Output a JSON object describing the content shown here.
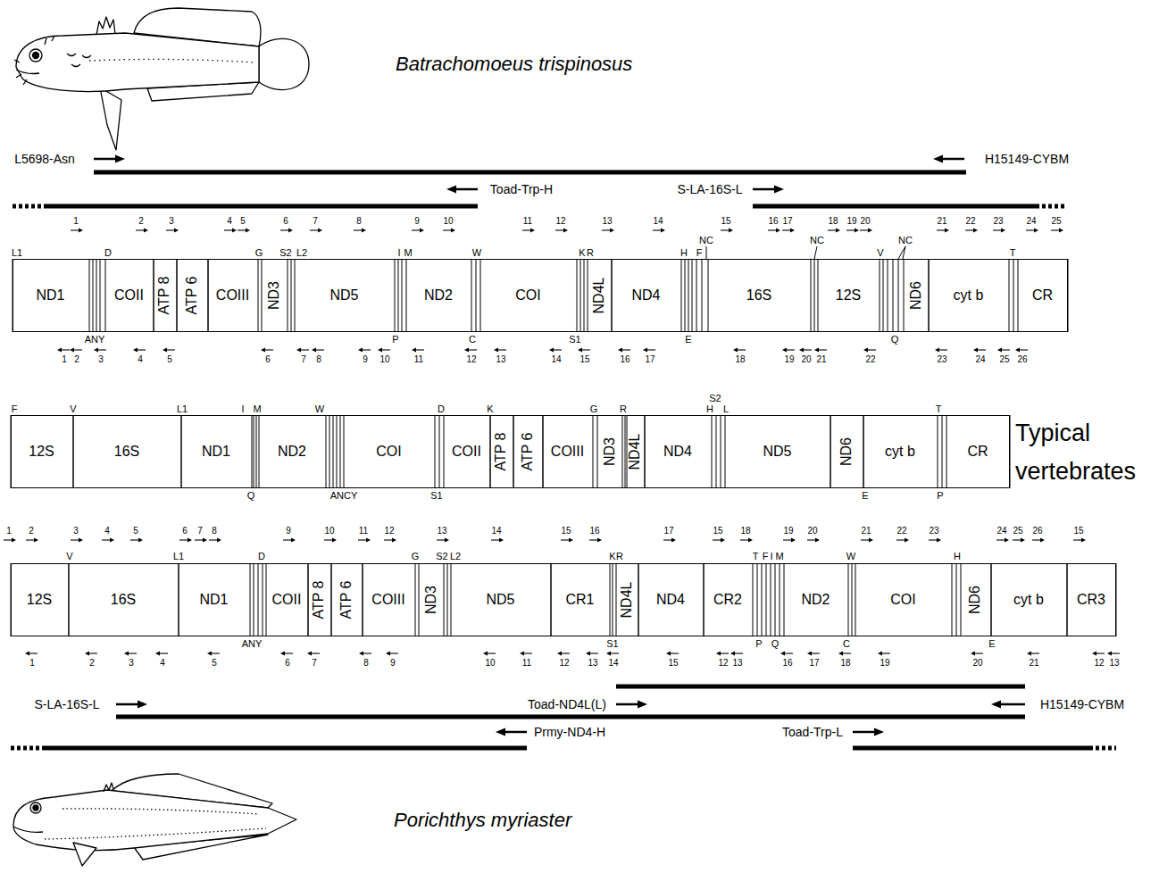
{
  "diagram": {
    "nodes": [
      {
        "text": [
          "Batrachomoeus trispinosus"
        ]
      },
      {
        "text": [
          "ND1"
        ],
        "in": 0
      },
      {
        "text": [
          "COII"
        ],
        "in": 0
      },
      {
        "text": [
          "ATP 8"
        ],
        "in": 0
      },
      {
        "text": [
          "ATP 6"
        ],
        "in": 0
      },
      {
        "text": [
          "COIII"
        ],
        "in": 0
      },
      {
        "text": [
          "ND3"
        ],
        "in": 0
      },
      {
        "text": [
          "ND5"
        ],
        "in": 0
      },
      {
        "text": [
          "ND2"
        ],
        "in": 0
      },
      {
        "text": [
          "COI"
        ],
        "in": 0
      },
      {
        "text": [
          "ND4L"
        ],
        "in": 0
      },
      {
        "text": [
          "ND4"
        ],
        "in": 0
      },
      {
        "text": [
          "16S"
        ],
        "in": 0
      },
      {
        "text": [
          "12S"
        ],
        "in": 0
      },
      {
        "text": [
          "ND6"
        ],
        "in": 0
      },
      {
        "text": [
          "cyt b"
        ],
        "in": 0
      },
      {
        "text": [
          "CR"
        ],
        "in": 0
      },
      {
        "text": [
          "Typical vertebrates"
        ]
      },
      {
        "text": [
          "12S"
        ],
        "in": 17
      },
      {
        "text": [
          "16S"
        ],
        "in": 17
      },
      {
        "text": [
          "ND1"
        ],
        "in": 17
      },
      {
        "text": [
          "ND2"
        ],
        "in": 17
      },
      {
        "text": [
          "COI"
        ],
        "in": 17
      },
      {
        "text": [
          "COII"
        ],
        "in": 17
      },
      {
        "text": [
          "ATP 8"
        ],
        "in": 17
      },
      {
        "text": [
          "ATP 6"
        ],
        "in": 17
      },
      {
        "text": [
          "COIII"
        ],
        "in": 17
      },
      {
        "text": [
          "ND3"
        ],
        "in": 17
      },
      {
        "text": [
          "ND4L"
        ],
        "in": 17
      },
      {
        "text": [
          "ND4"
        ],
        "in": 17
      },
      {
        "text": [
          "ND5"
        ],
        "in": 17
      },
      {
        "text": [
          "ND6"
        ],
        "in": 17
      },
      {
        "text": [
          "cyt b"
        ],
        "in": 17
      },
      {
        "text": [
          "CR"
        ],
        "in": 17
      },
      {
        "text": [
          "Porichthys myriaster"
        ]
      },
      {
        "text": [
          "12S"
        ],
        "in": 34
      },
      {
        "text": [
          "16S"
        ],
        "in": 34
      },
      {
        "text": [
          "ND1"
        ],
        "in": 34
      },
      {
        "text": [
          "COII"
        ],
        "in": 34
      },
      {
        "text": [
          "ATP 8"
        ],
        "in": 34
      },
      {
        "text": [
          "ATP 6"
        ],
        "in": 34
      },
      {
        "text": [
          "COIII"
        ],
        "in": 34
      },
      {
        "text": [
          "ND3"
        ],
        "in": 34
      },
      {
        "text": [
          "ND5"
        ],
        "in": 34
      },
      {
        "text": [
          "CR1"
        ],
        "in": 34
      },
      {
        "text": [
          "ND4L"
        ],
        "in": 34
      },
      {
        "text": [
          "ND4"
        ],
        "in": 34
      },
      {
        "text": [
          "CR2"
        ],
        "in": 34
      },
      {
        "text": [
          "ND2"
        ],
        "in": 34
      },
      {
        "text": [
          "COI"
        ],
        "in": 34
      },
      {
        "text": [
          "ND6"
        ],
        "in": 34
      },
      {
        "text": [
          "cyt b"
        ],
        "in": 34
      },
      {
        "text": [
          "CR3"
        ],
        "in": 34
      }
    ],
    "labels": [
      "L5698-Asn",
      "H15149-CYBM",
      "Toad-Trp-H",
      "S-LA-16S-L",
      "1",
      "2",
      "3",
      "4",
      "5",
      "6",
      "7",
      "8",
      "9",
      "10",
      "11",
      "12",
      "13",
      "14",
      "15",
      "16",
      "17",
      "18",
      "19",
      "20",
      "21",
      "22",
      "23",
      "24",
      "25",
      "L1",
      "D",
      "G",
      "S2",
      "L2",
      "I",
      "M",
      "W",
      "K",
      "R",
      "H",
      "F",
      "NC",
      "NC",
      "V",
      "NC",
      "T",
      "ANY",
      "P",
      "C",
      "S1",
      "E",
      "Q",
      "1",
      "2",
      "3",
      "4",
      "5",
      "6",
      "7",
      "8",
      "9",
      "10",
      "11",
      "12",
      "13",
      "14",
      "15",
      "16",
      "17",
      "18",
      "19",
      "20",
      "21",
      "22",
      "23",
      "24",
      "25",
      "26",
      "F",
      "V",
      "L1",
      "I",
      "M",
      "W",
      "D",
      "K",
      "G",
      "R",
      "S2",
      "H",
      "L",
      "T",
      "Q",
      "ANCY",
      "S1",
      "E",
      "P",
      "1",
      "2",
      "3",
      "4",
      "5",
      "6",
      "7",
      "8",
      "9",
      "10",
      "11",
      "12",
      "13",
      "14",
      "15",
      "16",
      "17",
      "15",
      "18",
      "19",
      "20",
      "21",
      "22",
      "23",
      "24",
      "25",
      "26",
      "15",
      "V",
      "L1",
      "D",
      "G",
      "S2",
      "L2",
      "K",
      "R",
      "T",
      "F",
      "I",
      "M",
      "W",
      "H",
      "ANY",
      "S1",
      "P",
      "Q",
      "C",
      "E",
      "1",
      "2",
      "3",
      "4",
      "5",
      "6",
      "7",
      "8",
      "9",
      "10",
      "11",
      "12",
      "13",
      "14",
      "15",
      "12",
      "13",
      "16",
      "17",
      "18",
      "19",
      "20",
      "21",
      "12",
      "13",
      "S-LA-16S-L",
      "Toad-ND4L(L)",
      "H15149-CYBM",
      "Prmy-ND4-H",
      "Toad-Trp-L"
    ]
  }
}
